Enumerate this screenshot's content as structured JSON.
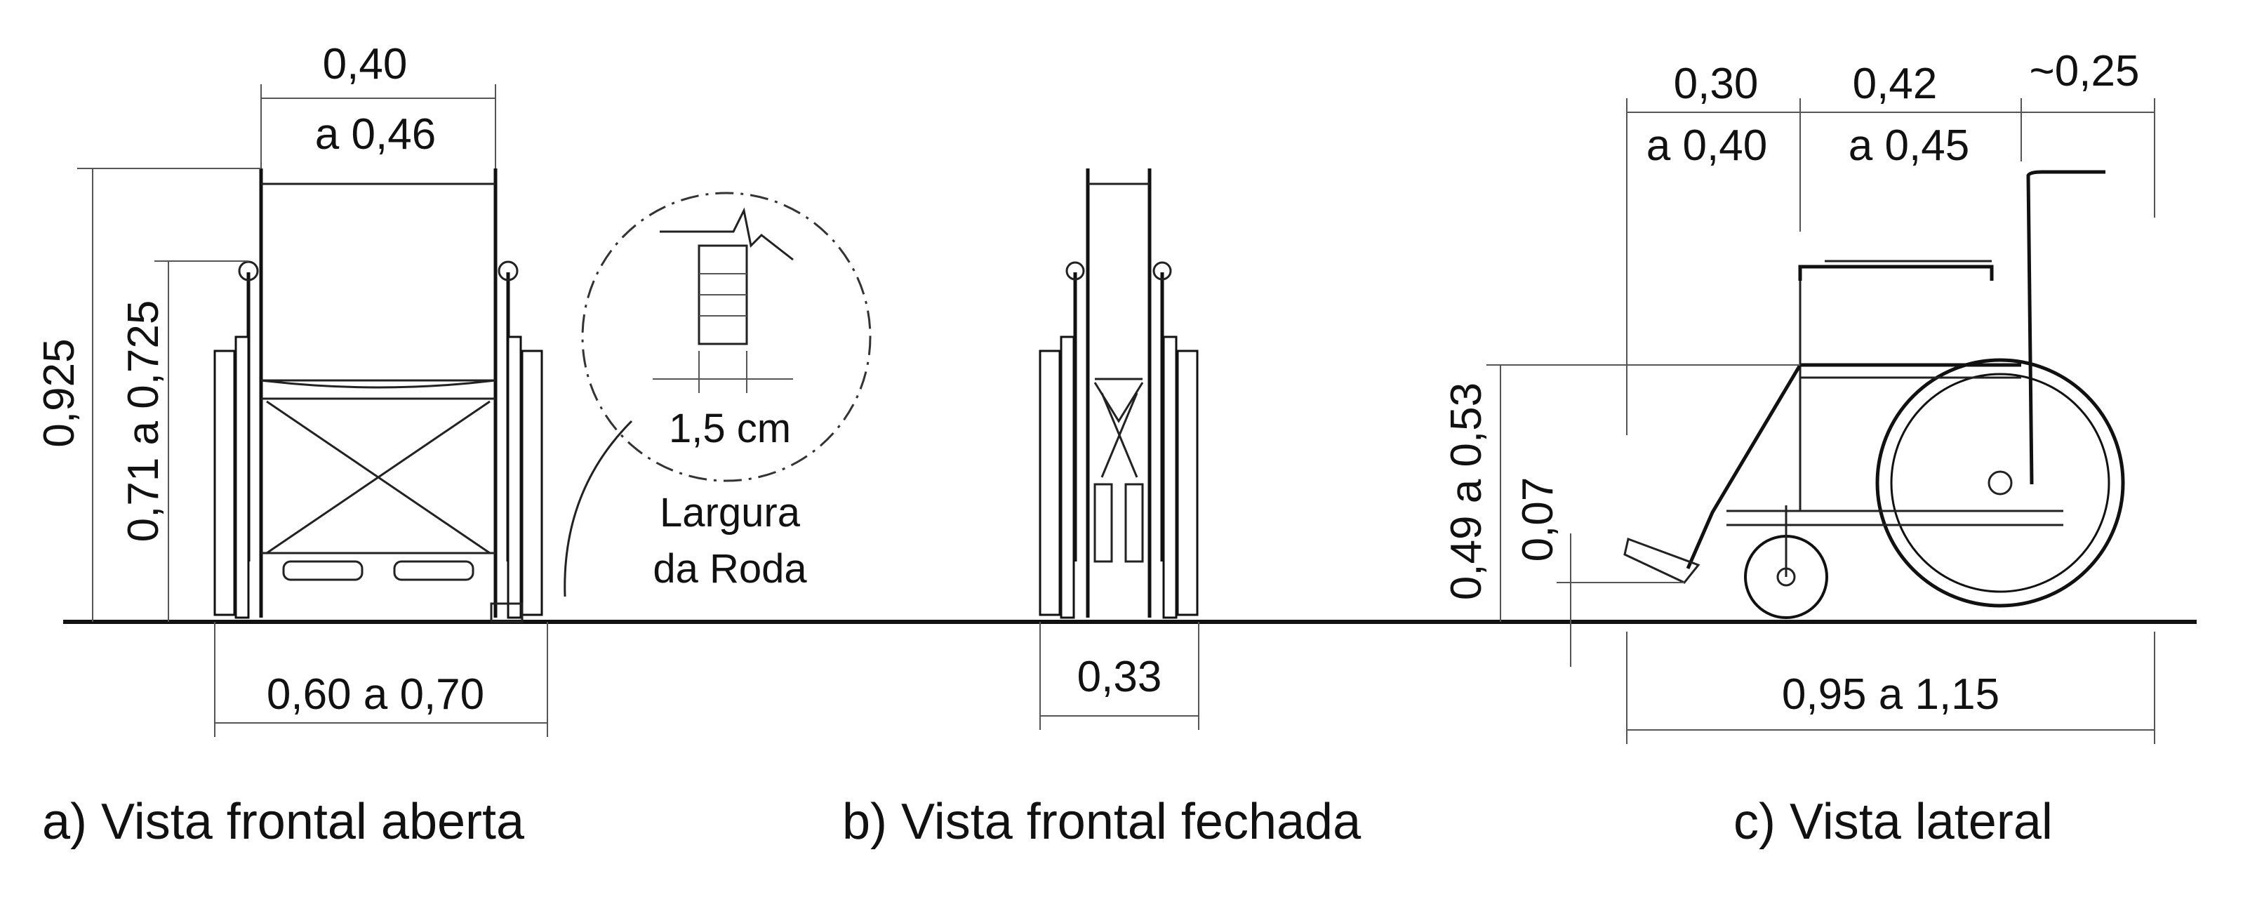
{
  "views": {
    "front_open": {
      "caption": "a) Vista frontal aberta",
      "top_width": "0,40",
      "top_width_2": "a 0,46",
      "total_height": "0,925",
      "armrest_height": "0,71 a 0,725",
      "base_width": "0,60 a 0,70",
      "detail": {
        "wheel_width": "1,5 cm",
        "label_line1": "Largura",
        "label_line2": "da Roda"
      }
    },
    "front_closed": {
      "caption": "b) Vista frontal fechada",
      "folded_width": "0,33"
    },
    "side": {
      "caption": "c) Vista lateral",
      "dim_a": "0,30",
      "dim_a_2": "a 0,40",
      "dim_b": "0,42",
      "dim_b_2": "a 0,45",
      "dim_c": "~0,25",
      "seat_height": "0,49 a 0,53",
      "footrest_height": "0,07",
      "total_length": "0,95 a 1,15"
    }
  }
}
